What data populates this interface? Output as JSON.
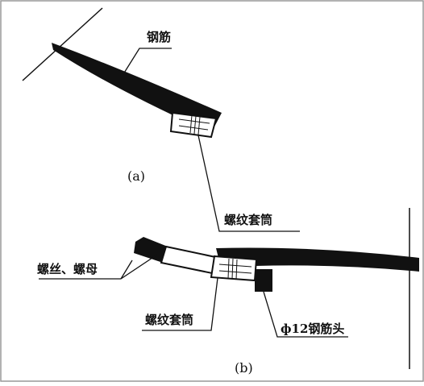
{
  "labels": {
    "rebar": "钢筋",
    "panel_a": "(a)",
    "sleeve_a": "螺纹套筒",
    "thread_nut": "螺丝、螺母",
    "sleeve_b": "螺纹套筒",
    "rebar_head": "ф12钢筋头",
    "panel_b": "(b)"
  },
  "colors": {
    "ink": "#111111",
    "paper": "#ffffff"
  }
}
